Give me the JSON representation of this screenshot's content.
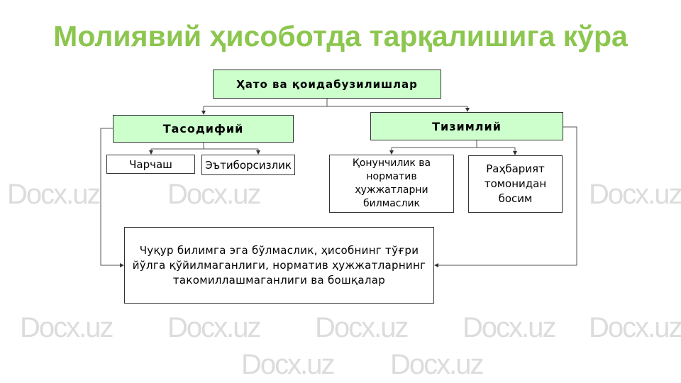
{
  "title": "Молиявий ҳисоботда тарқалишига кўра",
  "watermark": "Docx.uz",
  "nodes": {
    "root": "Ҳато ва қоидабузилишлар",
    "random": "Тасодифий",
    "systematic": "Тизимлий",
    "fatigue": "Чарчаш",
    "carelessness": "Эътиборсизлик",
    "law_ignorance": "Қонунчилик ва норматив ҳужжатларни билмаслик",
    "management_pressure": "Раҳбарият томонидан босим",
    "other": "Чуқур билимга эга бўлмаслик, ҳисобнинг тўғри йўлга қўйилмаганлиги, норматив ҳужжатларнинг такомиллашмаганлиги ва бошқалар"
  },
  "colors": {
    "title": "#8cc64f",
    "header_fill": "#ccffcc"
  }
}
